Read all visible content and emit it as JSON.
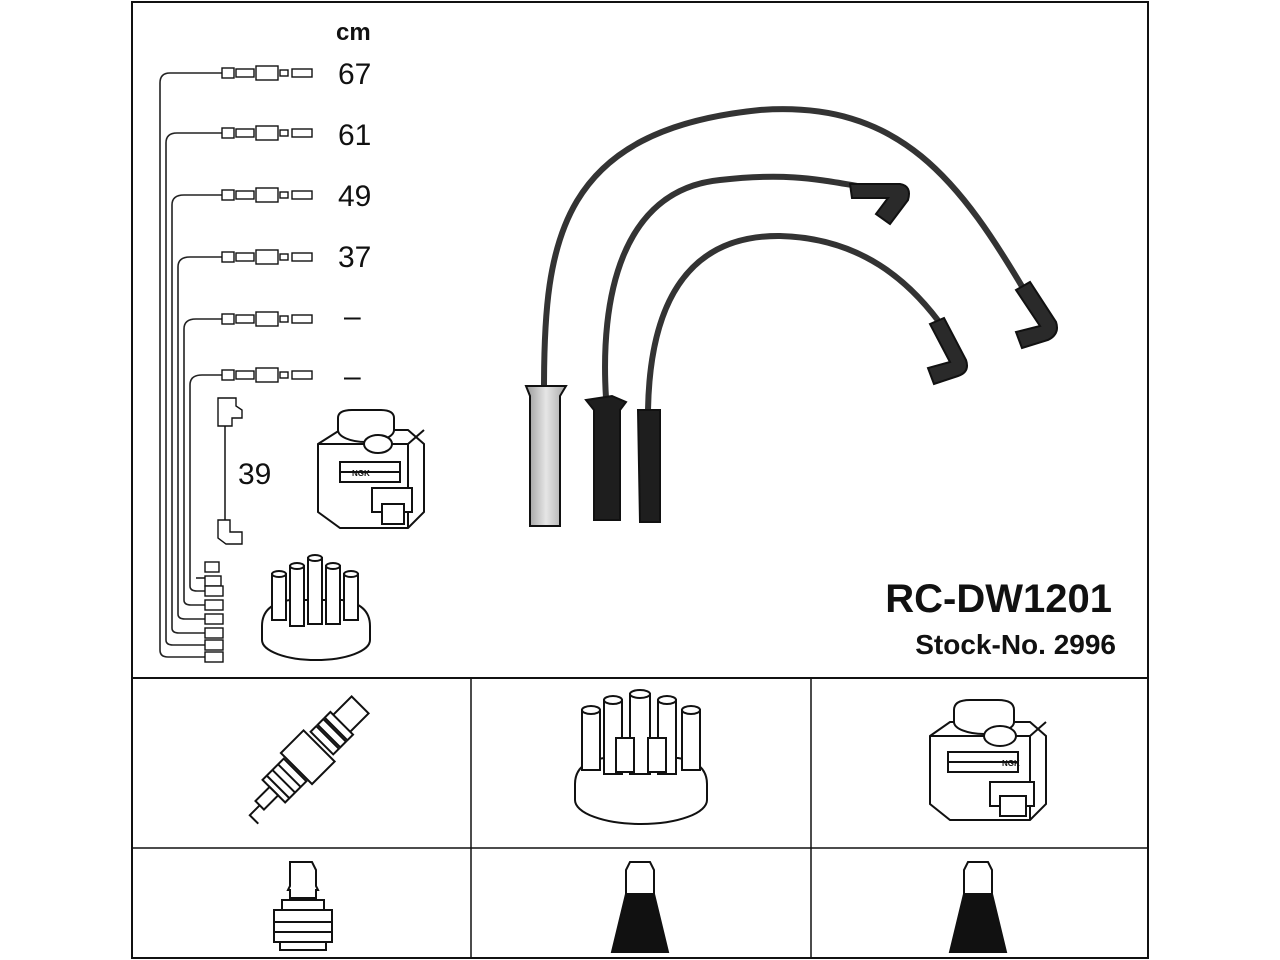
{
  "unit_label": "cm",
  "wire_lengths": [
    "67",
    "61",
    "49",
    "37",
    "–",
    "–"
  ],
  "coil_wire_length": "39",
  "part_number": "RC-DW1201",
  "stock_number": "Stock-No. 2996",
  "coil_badge": "NGK",
  "colors": {
    "line": "#111111",
    "wire": "#333333",
    "boot_grey": "#bdbdbd"
  }
}
